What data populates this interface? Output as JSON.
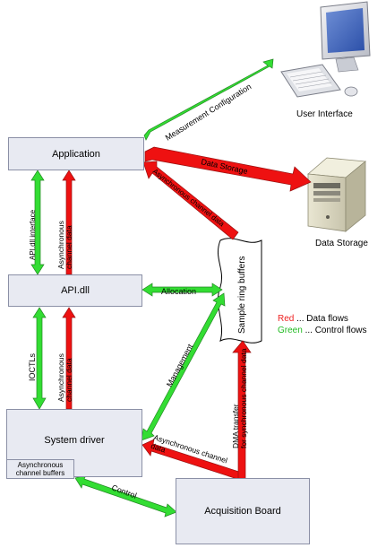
{
  "boxes": {
    "application": "Application",
    "api_dll": "API.dll",
    "system_driver": "System driver",
    "async_buffers": "Asynchronous channel buffers",
    "acquisition_board": "Acquisition Board",
    "sample_ring_buffers": "Sample ring buffers"
  },
  "nodes": {
    "user_interface": "User Interface",
    "data_storage": "Data Storage"
  },
  "arrows": {
    "measurement_configuration": "Measurement Configuration",
    "data_storage": "Data Storage",
    "async_channel_data_ring": "Asynchronous channel data",
    "api_dll_interface": "API.dll interface",
    "async_channel_data_api": "Asynchronous channel data",
    "allocation": "Allocation",
    "ioctls": "IOCTLs",
    "async_channel_data_driver": "Asynchronous channel data",
    "management": "Management",
    "async_channel_data_board": "Asynchronous channel data",
    "dma_transfer": "DMA transfer for synchronous channel data",
    "control": "Control"
  },
  "legend": {
    "red_label": "Red",
    "red_text": " ... Data flows",
    "green_label": "Green",
    "green_text": " ... Control flows"
  },
  "colors": {
    "data_flow": "#ee1111",
    "control_flow": "#33dd33",
    "box_fill": "#e8eaf2",
    "box_border": "#8b90a6"
  }
}
